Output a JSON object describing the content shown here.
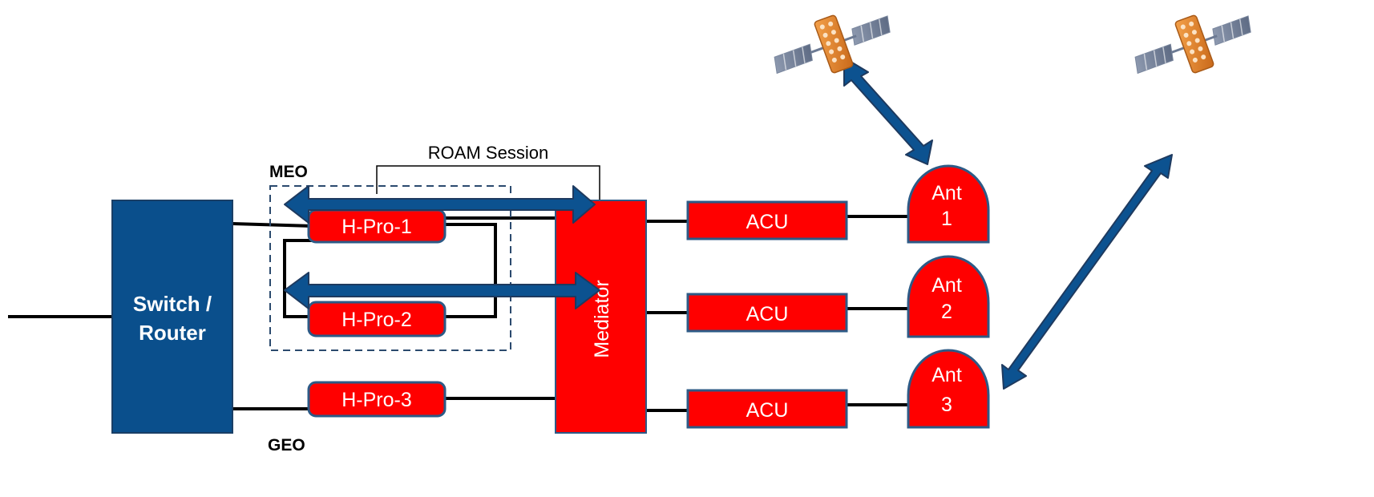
{
  "diagram": {
    "switch_router": {
      "line1": "Switch /",
      "line2": "Router"
    },
    "hpro": [
      "H-Pro-1",
      "H-Pro-2",
      "H-Pro-3"
    ],
    "mediator": "Mediator",
    "acu": [
      "ACU",
      "ACU",
      "ACU"
    ],
    "antennas": [
      {
        "line1": "Ant",
        "line2": "1"
      },
      {
        "line1": "Ant",
        "line2": "2"
      },
      {
        "line1": "Ant",
        "line2": "3"
      }
    ],
    "meo_label": "MEO",
    "geo_label": "GEO",
    "roam_session": "ROAM Session",
    "colors": {
      "switch_fill": "#0a4f8c",
      "box_fill": "#ff0000",
      "box_border": "#2d5a86",
      "arrow_fill": "#0c5290",
      "arrow_border": "#1e3a5f",
      "dashed": "#2b4a6e",
      "satellite_body": "#e8892a",
      "satellite_panel": "#6c7a93"
    },
    "icons": [
      "satellite-icon",
      "satellite-icon"
    ]
  }
}
